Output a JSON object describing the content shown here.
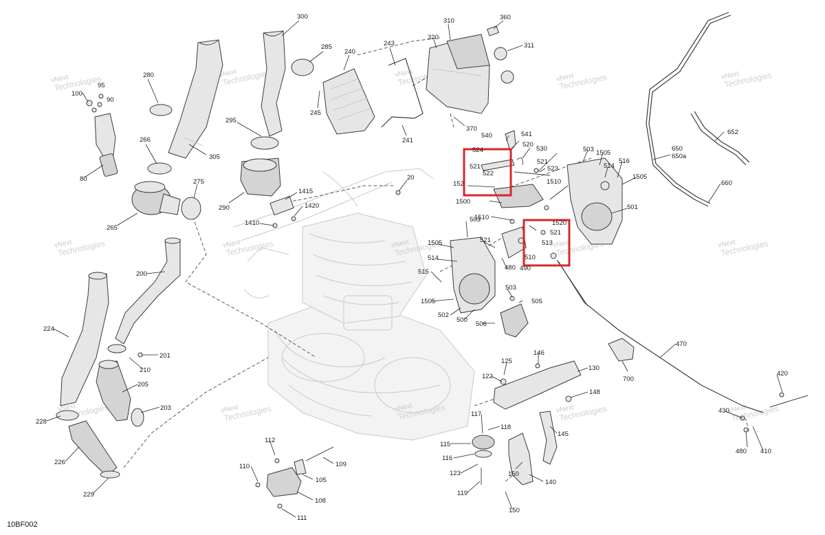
{
  "diagram": {
    "code": "10BF002",
    "watermark_line1": "vNext",
    "watermark_line2": "Technologies",
    "highlight_color": "#d8262c",
    "labels": {
      "p300": "300",
      "p285": "285",
      "p240": "240",
      "p243": "243",
      "p320": "320",
      "p310": "310",
      "p360": "360",
      "p311": "311",
      "p245": "245",
      "p241": "241",
      "p370": "370",
      "p280": "280",
      "p95": "95",
      "p100": "100",
      "p90": "90",
      "p80": "80",
      "p305": "305",
      "p266": "266",
      "p295": "295",
      "p290": "290",
      "p275": "275",
      "p265": "265",
      "p540": "540",
      "p541": "541",
      "p524": "524",
      "p520": "520",
      "p530": "530",
      "p521a": "521",
      "p522": "522",
      "p521b": "521",
      "p523": "523",
      "p152": "152",
      "p1500": "1500",
      "p1510a": "1510",
      "p1510b": "1510",
      "p503a": "503",
      "p1505a": "1505",
      "p514a": "514",
      "p516": "516",
      "p1505b": "1505",
      "p501": "501",
      "p650": "650",
      "p650a": "650a",
      "p652": "652",
      "p660": "660",
      "p20": "20",
      "p1415": "1415",
      "p1420": "1420",
      "p1410": "1410",
      "p503b": "503",
      "p1520": "1520",
      "p521c": "521",
      "p513": "513",
      "p510": "510",
      "p521d": "521",
      "p480a": "480",
      "p490": "490",
      "p1505c": "1505",
      "p514b": "514",
      "p515": "515",
      "p1505d": "1505",
      "p502": "502",
      "p500": "500",
      "p503c": "503",
      "p505": "505",
      "p506": "506",
      "p200": "200",
      "p224": "224",
      "p201": "201",
      "p210": "210",
      "p205": "205",
      "p203": "203",
      "p228": "228",
      "p226": "226",
      "p229": "229",
      "p470": "470",
      "p700": "700",
      "p420": "420",
      "p430": "430",
      "p480b": "480",
      "p410": "410",
      "p125": "125",
      "p146": "146",
      "p122": "122",
      "p130": "130",
      "p148": "148",
      "p117": "117",
      "p118": "118",
      "p115": "115",
      "p116": "116",
      "p123": "123",
      "p119": "119",
      "p150a": "150",
      "p145": "145",
      "p140": "140",
      "p150b": "150",
      "p112": "112",
      "p109": "109",
      "p110": "110",
      "p105": "105",
      "p108": "108",
      "p111": "111"
    }
  }
}
